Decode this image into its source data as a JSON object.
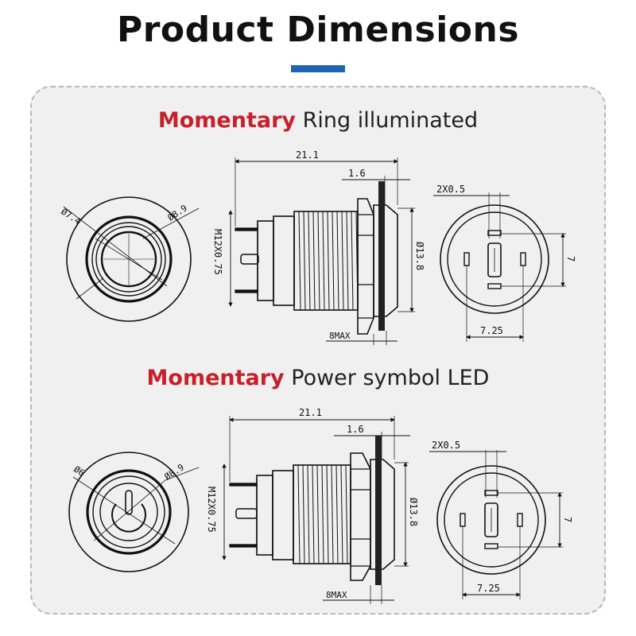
{
  "title": "Product Dimensions",
  "colors": {
    "accent_bar": "#1f64b4",
    "highlight_text": "#c8202a",
    "panel_bg": "#f0f0f0"
  },
  "sections": [
    {
      "highlight": "Momentary",
      "name": "Ring illuminated",
      "dims": {
        "overall_length": "21.1",
        "flange": "1.6",
        "thread": "M12X0.75",
        "outer_dia": "Ø13.8",
        "max_depth": "8MAX",
        "front_inner": "Ø7.4",
        "front_outer": "Ø8.9",
        "terminal_size": "2X0.5",
        "terminal_width": "7.25",
        "terminal_height": "7"
      }
    },
    {
      "highlight": "Momentary",
      "name": "Power symbol LED",
      "dims": {
        "overall_length": "21.1",
        "flange": "1.6",
        "thread": "M12X0.75",
        "outer_dia": "Ø13.8",
        "max_depth": "8MAX",
        "front_inner": "Ø6",
        "front_outer": "Ø8.9",
        "terminal_size": "2X0.5",
        "terminal_width": "7.25",
        "terminal_height": "7"
      }
    }
  ]
}
